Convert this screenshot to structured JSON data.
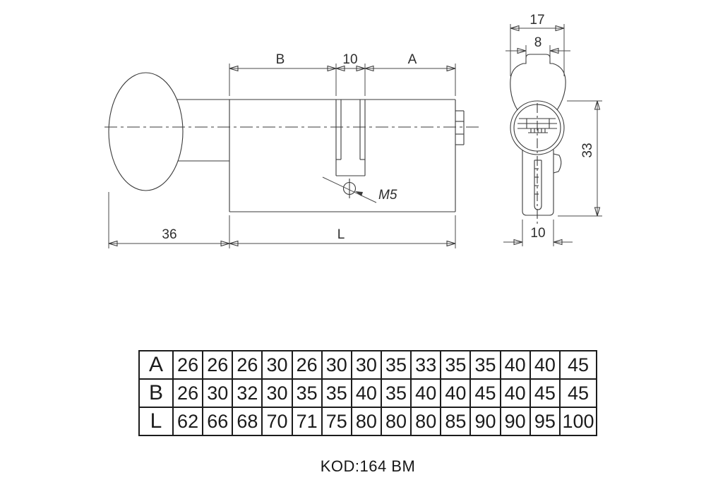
{
  "drawing": {
    "side_view": {
      "dim_b_label": "B",
      "dim_10_label": "10",
      "dim_a_label": "A",
      "dim_36_label": "36",
      "dim_l_label": "L",
      "thread_label": "M5"
    },
    "end_view": {
      "dim_17_label": "17",
      "dim_8_label": "8",
      "dim_33_label": "33",
      "dim_10_label": "10"
    }
  },
  "size_table": {
    "rows": [
      {
        "label": "A",
        "values": [
          "26",
          "26",
          "26",
          "30",
          "26",
          "30",
          "30",
          "35",
          "33",
          "35",
          "35",
          "40",
          "40",
          "45"
        ]
      },
      {
        "label": "B",
        "values": [
          "26",
          "30",
          "32",
          "30",
          "35",
          "35",
          "40",
          "35",
          "40",
          "40",
          "45",
          "40",
          "45",
          "45"
        ]
      },
      {
        "label": "L",
        "values": [
          "62",
          "66",
          "68",
          "70",
          "71",
          "75",
          "80",
          "80",
          "80",
          "85",
          "90",
          "90",
          "95",
          "100"
        ]
      }
    ]
  },
  "footer": {
    "product_code": "KOD:164 BM"
  }
}
